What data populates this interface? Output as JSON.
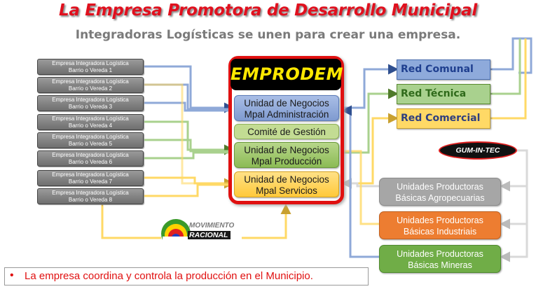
{
  "title": "La Empresa Promotora de Desarrollo Municipal",
  "subtitle": "Integradoras Logísticas se unen para crear una empresa.",
  "integradoras": [
    {
      "line1": "Empresa Integradora Logística",
      "line2": "Barrio o  Vereda 1"
    },
    {
      "line1": "Empresa Integradora Logística",
      "line2": "Barrio o  Vereda 2"
    },
    {
      "line1": "Empresa Integradora Logística",
      "line2": "Barrio o  Vereda 3"
    },
    {
      "line1": "Empresa Integradora Logística",
      "line2": "Barrio o  Vereda 4"
    },
    {
      "line1": "Empresa Integradora Logística",
      "line2": "Barrio o  Vereda 5"
    },
    {
      "line1": "Empresa Integradora Logística",
      "line2": "Barrio o  Vereda 6"
    },
    {
      "line1": "Empresa Integradora Logística",
      "line2": "Barrio o  Vereda 7"
    },
    {
      "line1": "Empresa Integradora Logística",
      "line2": "Barrio o  Vereda 8"
    }
  ],
  "emprodem": {
    "title": "EMPRODEM",
    "units": [
      {
        "line1": "Unidad de Negocios",
        "line2": "Mpal Administración"
      },
      {
        "line1": "Comité de Gestión",
        "line2": ""
      },
      {
        "line1": "Unidad de Negocios",
        "line2": "Mpal Producción"
      },
      {
        "line1": "Unidad de Negocios",
        "line2": "Mpal Servicios"
      }
    ]
  },
  "redes": [
    {
      "label": "Red Comunal"
    },
    {
      "label": "Red Técnica"
    },
    {
      "label": "Red Comercial"
    }
  ],
  "gum_logo": "GUM-IN-TEC",
  "productoras": [
    {
      "line1": "Unidades Productoras",
      "line2": "Básicas Agropecuarias"
    },
    {
      "line1": "Unidades Productoras",
      "line2": "Básicas Industriais"
    },
    {
      "line1": "Unidades Productoras",
      "line2": "Básicas Mineras"
    }
  ],
  "movimiento": {
    "line1": "MOVIMIENTO",
    "line2": "RACIONAL"
  },
  "footer": {
    "bullet": "•",
    "text": "La empresa  coordina y controla la producción en el Municipio."
  },
  "colors": {
    "title_red": "#e0101e",
    "admin_blue": "#8fa9d8",
    "comite_green": "#c3dc93",
    "produccion_green": "#9cc465",
    "servicios_yellow": "#ffd457",
    "red_comunal_fill": "#8eaadb",
    "red_tecnica_fill": "#a9d18e",
    "red_comercial_fill": "#ffd966",
    "agro_gray": "#a6a6a6",
    "industrial_orange": "#ed7d31",
    "minera_green": "#70ad47"
  }
}
